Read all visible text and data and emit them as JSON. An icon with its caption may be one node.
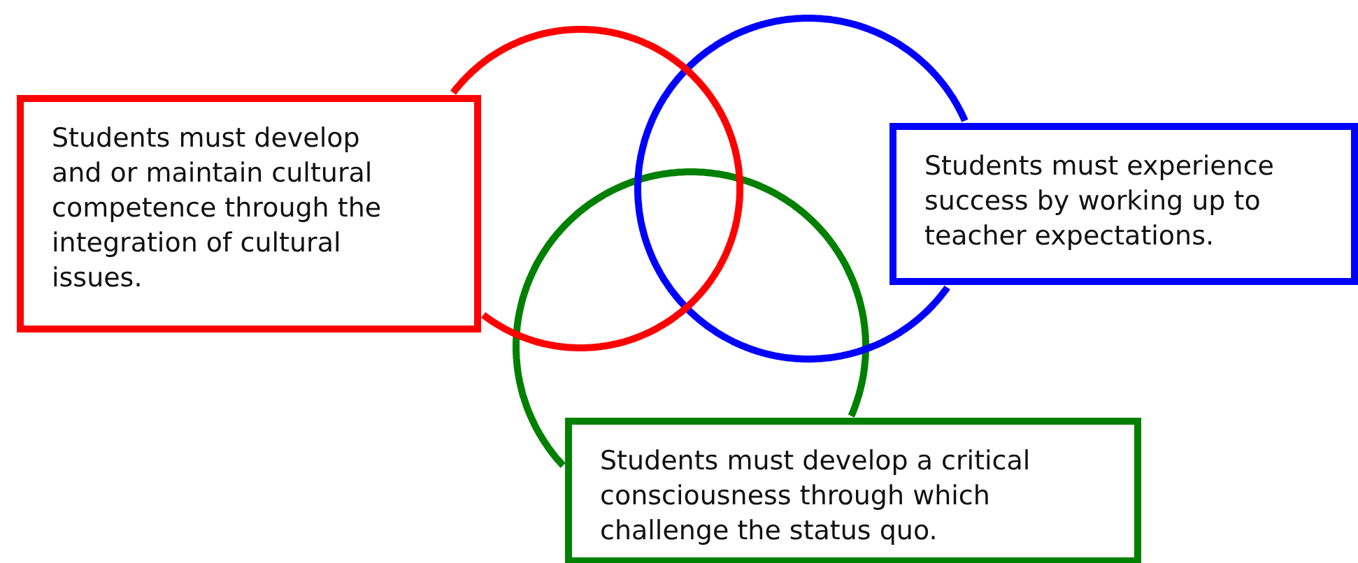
{
  "diagram": {
    "nodes": [
      {
        "text": [],
        "shape": "circle"
      },
      {
        "text": [
          "Students must develop and or maintain cultural competence through the integration of cultural issues."
        ]
      },
      {
        "text": [],
        "shape": "circle"
      },
      {
        "text": [
          "Students must experience success by working up to teacher expectations."
        ]
      },
      {
        "text": [],
        "shape": "circle"
      },
      {
        "text": [
          "Students must develop a critical consciousness through which challenge the status quo."
        ]
      }
    ]
  }
}
